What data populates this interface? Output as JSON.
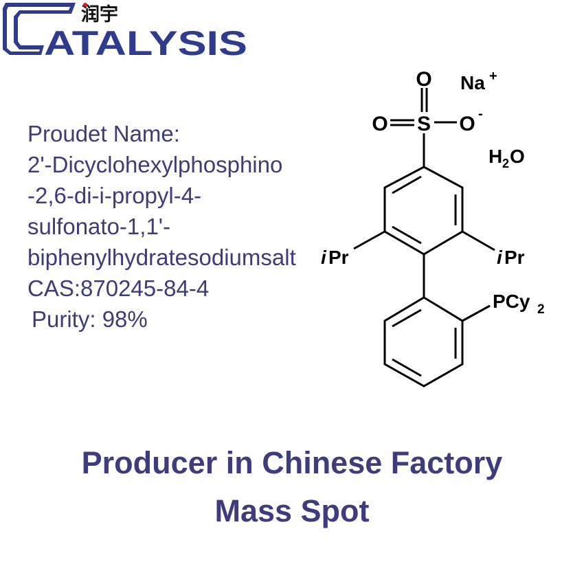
{
  "logo": {
    "brand": "CATALYSIS",
    "chinese": "润宇",
    "color": "#2f3c8e"
  },
  "product": {
    "name_label": "Proudet Name:",
    "name_lines": [
      "2'-Dicyclohexylphosphino",
      "-2,6-di-i-propyl-4-",
      "sulfonato-1,1'-",
      "biphenylhydratesodiumsalt"
    ],
    "cas": "CAS:870245-84-4",
    "purity": "Purity: 98%"
  },
  "structure": {
    "o_top": "O",
    "o_left": "O",
    "s": "S",
    "o_minus": "O",
    "minus": "-",
    "na": "Na",
    "plus": "+",
    "h": "H",
    "two": "2",
    "o_water": "O",
    "ipr_i": "i",
    "ipr_pr": "Pr",
    "pcy": "PCy",
    "pcy_sub": "2"
  },
  "tagline": {
    "line1": "Producer in Chinese Factory",
    "line2": "Mass Spot"
  }
}
